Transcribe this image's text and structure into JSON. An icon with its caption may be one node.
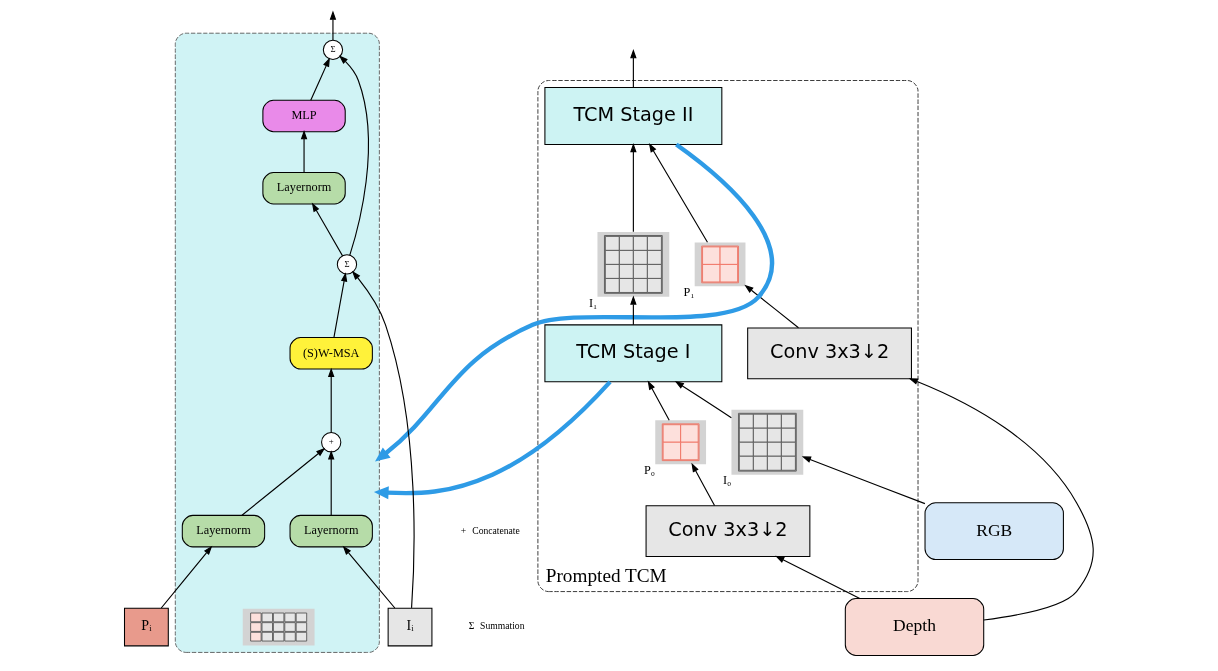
{
  "diagram": {
    "nodes": [
      {
        "text": [
          "Prompted TCM"
        ]
      },
      {
        "text": [
          "Conv 3x3↓2"
        ],
        "in": 0
      },
      {
        "text": [],
        "shape": "box",
        "beside": [
          "P₁"
        ],
        "in": 0
      },
      {
        "text": [
          "TCM Stage II"
        ],
        "in": 0
      },
      {
        "text": [],
        "shape": "box",
        "beside": [
          "I₁"
        ],
        "in": 0
      },
      {
        "text": [
          "Conv 3x3↓2"
        ],
        "in": 0
      },
      {
        "text": [],
        "shape": "box",
        "beside": [
          "P₀"
        ],
        "in": 0
      },
      {
        "text": [
          "TCM Stage I"
        ],
        "in": 0
      },
      {
        "text": [],
        "shape": "box",
        "beside": [
          "I₀"
        ],
        "in": 0
      },
      {
        "text": [
          "Depth"
        ]
      },
      {
        "text": [
          "RGB"
        ]
      },
      {
        "text": [],
        "shape": "box"
      },
      {
        "text": [
          "Σ"
        ],
        "in": 11
      },
      {
        "text": [
          "MLP"
        ],
        "in": 11
      },
      {
        "text": [
          "Layernorm"
        ],
        "in": 11
      },
      {
        "text": [
          "Σ"
        ],
        "in": 11
      },
      {
        "text": [
          "(S)W-MSA"
        ],
        "in": 11
      },
      {
        "text": [],
        "shape": "picture",
        "in": 11
      },
      {
        "text": [
          "+"
        ],
        "in": 11
      },
      {
        "text": [
          "Layernorm"
        ],
        "in": 11
      },
      {
        "text": [
          "Layernorm"
        ],
        "in": 11
      },
      {
        "text": [
          "Iᵢ"
        ]
      },
      {
        "text": [
          "Pᵢ"
        ]
      }
    ],
    "edges": [
      {
        "from": 9,
        "to": 1,
        "arrow": "to"
      },
      {
        "from": 9,
        "to": 5,
        "arrow": "to"
      },
      {
        "from": 1,
        "to": 2,
        "arrow": "to"
      },
      {
        "from": 5,
        "to": 6,
        "arrow": "to"
      },
      {
        "from": 2,
        "to": 3,
        "arrow": "to"
      },
      {
        "from": 4,
        "to": 3,
        "arrow": "to"
      },
      {
        "from": 7,
        "to": 4,
        "arrow": "to"
      },
      {
        "from": 6,
        "to": 7,
        "arrow": "to"
      },
      {
        "from": 8,
        "to": 7,
        "arrow": "to"
      },
      {
        "from": 10,
        "to": 8,
        "arrow": "to"
      },
      {
        "from": 3,
        "to": null,
        "arrow": "to"
      },
      {
        "from": 3,
        "to": 11,
        "arrow": "to",
        "style": "thick",
        "color": "#2e9be6"
      },
      {
        "from": 7,
        "to": 11,
        "arrow": "to",
        "style": "thick",
        "color": "#2e9be6"
      },
      {
        "from": 12,
        "to": null,
        "arrow": "to"
      },
      {
        "from": 13,
        "to": 12,
        "arrow": "to"
      },
      {
        "from": 14,
        "to": 13,
        "arrow": "to"
      },
      {
        "from": 15,
        "to": 14,
        "arrow": "to"
      },
      {
        "from": 15,
        "to": 12,
        "arrow": "to"
      },
      {
        "from": 16,
        "to": 15,
        "arrow": "to"
      },
      {
        "from": 21,
        "to": 15,
        "arrow": "to"
      },
      {
        "from": 18,
        "to": 16,
        "arrow": "to"
      },
      {
        "from": 19,
        "to": 18,
        "arrow": "to"
      },
      {
        "from": 20,
        "to": 18,
        "arrow": "to"
      },
      {
        "from": 21,
        "to": 19,
        "arrow": "to"
      },
      {
        "from": 22,
        "to": 20,
        "arrow": "to"
      }
    ],
    "labels": [
      "+",
      "Σ"
    ],
    "legend": [
      {
        "text": "Concatenate"
      },
      {
        "text": "Summation"
      }
    ]
  }
}
